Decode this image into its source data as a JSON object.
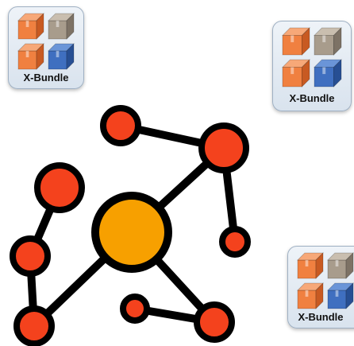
{
  "bundles": [
    {
      "label": "X-Bundle"
    },
    {
      "label": "X-Bundle"
    },
    {
      "label": "X-Bundle"
    }
  ],
  "colors": {
    "background": "#ffffff",
    "hub": "#f7a000",
    "node": "#f4421d",
    "edge": "#000000",
    "box_orange": "#f08040",
    "box_tan": "#a89c8c",
    "box_blue": "#3f6fc0",
    "card_border": "#9fb0c3"
  },
  "icons": {
    "box_grid": [
      "orange-box-icon",
      "tan-box-icon",
      "orange-box-icon",
      "blue-box-icon"
    ]
  },
  "graph": {
    "nodes": [
      {
        "id": "hub",
        "kind": "hub"
      },
      {
        "id": "n1",
        "kind": "node"
      },
      {
        "id": "n2",
        "kind": "node"
      },
      {
        "id": "n3",
        "kind": "node"
      },
      {
        "id": "n4",
        "kind": "node"
      },
      {
        "id": "n5",
        "kind": "node"
      },
      {
        "id": "n6",
        "kind": "node"
      },
      {
        "id": "n7",
        "kind": "node"
      },
      {
        "id": "n8",
        "kind": "node"
      }
    ],
    "edges": [
      [
        "n1",
        "n2"
      ],
      [
        "n2",
        "hub"
      ],
      [
        "n2",
        "n3"
      ],
      [
        "hub",
        "n7"
      ],
      [
        "hub",
        "n6"
      ],
      [
        "n8",
        "n7"
      ],
      [
        "n4",
        "n5"
      ],
      [
        "n5",
        "n6"
      ]
    ]
  }
}
